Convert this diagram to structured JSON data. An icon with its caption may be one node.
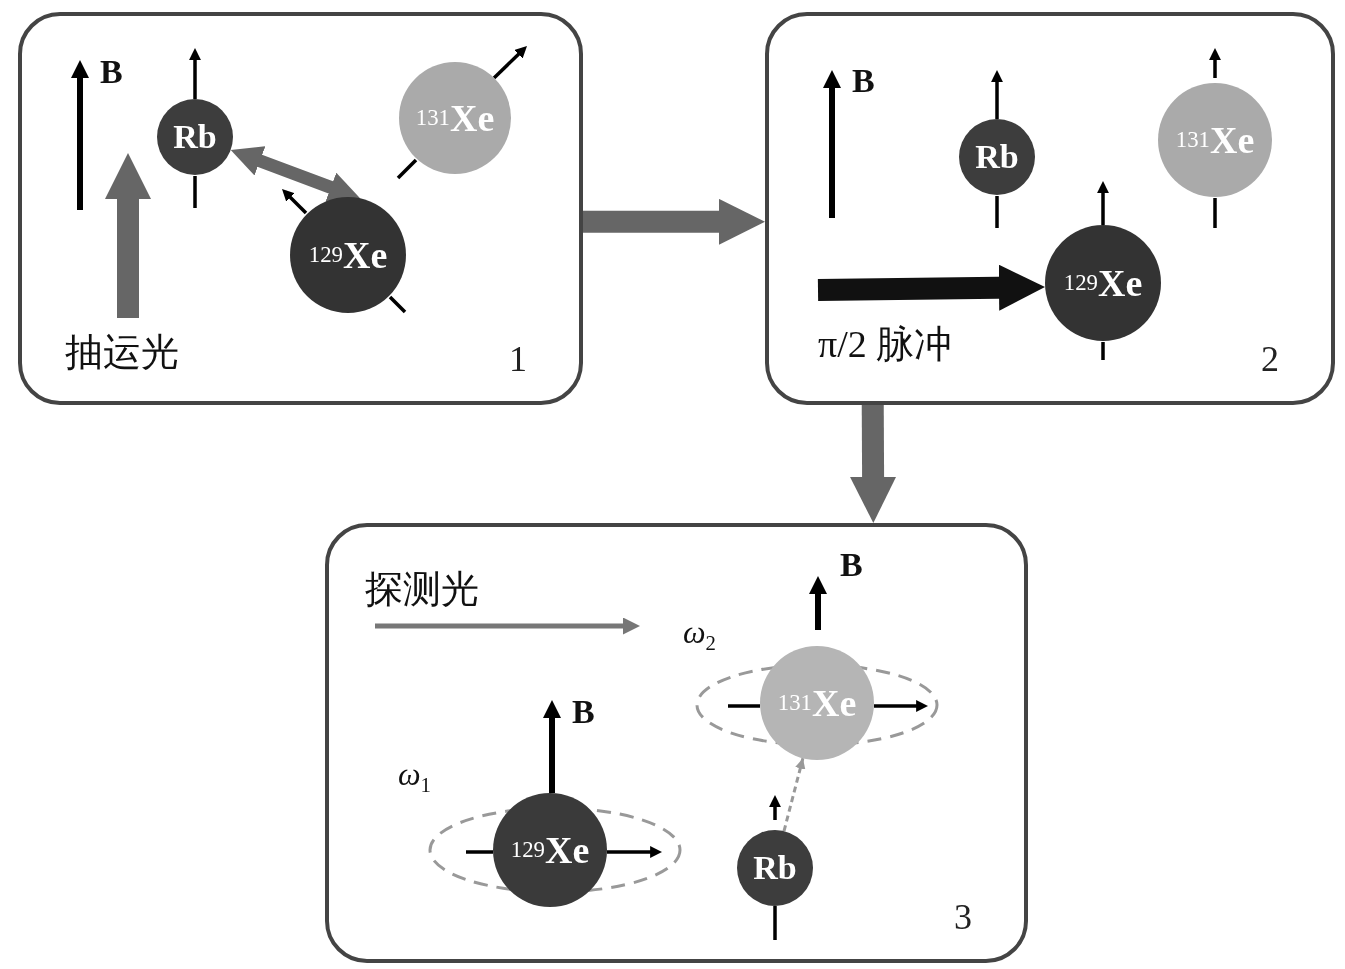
{
  "diagram": {
    "nodes": [
      {
        "text": [
          "1"
        ]
      },
      {
        "text": [
          "Rb"
        ],
        "in": 0
      },
      {
        "text": [
          "$^{131}$Xe"
        ],
        "in": 0
      },
      {
        "text": [
          "$^{129}$Xe"
        ],
        "in": 0
      },
      {
        "text": [
          "2"
        ]
      },
      {
        "text": [
          "Rb"
        ],
        "in": 4
      },
      {
        "text": [
          "$^{131}$Xe"
        ],
        "in": 4
      },
      {
        "text": [
          "$^{129}$Xe"
        ],
        "in": 4
      },
      {
        "text": [
          "3"
        ]
      },
      {
        "text": [
          "$^{131}$Xe"
        ],
        "in": 8
      },
      {
        "text": [
          "$^{129}$Xe"
        ],
        "in": 8
      },
      {
        "text": [
          "Rb"
        ],
        "in": 8
      }
    ],
    "edges": [
      {
        "from": 0,
        "to": 4,
        "arrow": "to"
      },
      {
        "from": 4,
        "to": 8,
        "arrow": "to"
      },
      {
        "from": 1,
        "to": 3,
        "arrow": "both"
      },
      {
        "from": null,
        "to": 7,
        "arrow": "to",
        "color": "#111111"
      },
      {
        "from": 11,
        "to": 9,
        "arrow": "to",
        "style": "dashed",
        "color": "#999999"
      }
    ],
    "labels": [
      "B",
      "抽运光",
      "B",
      "π/2 脉冲",
      "探测光",
      "B",
      "ω$_{2}$",
      "B",
      "ω$_{1}$"
    ]
  }
}
